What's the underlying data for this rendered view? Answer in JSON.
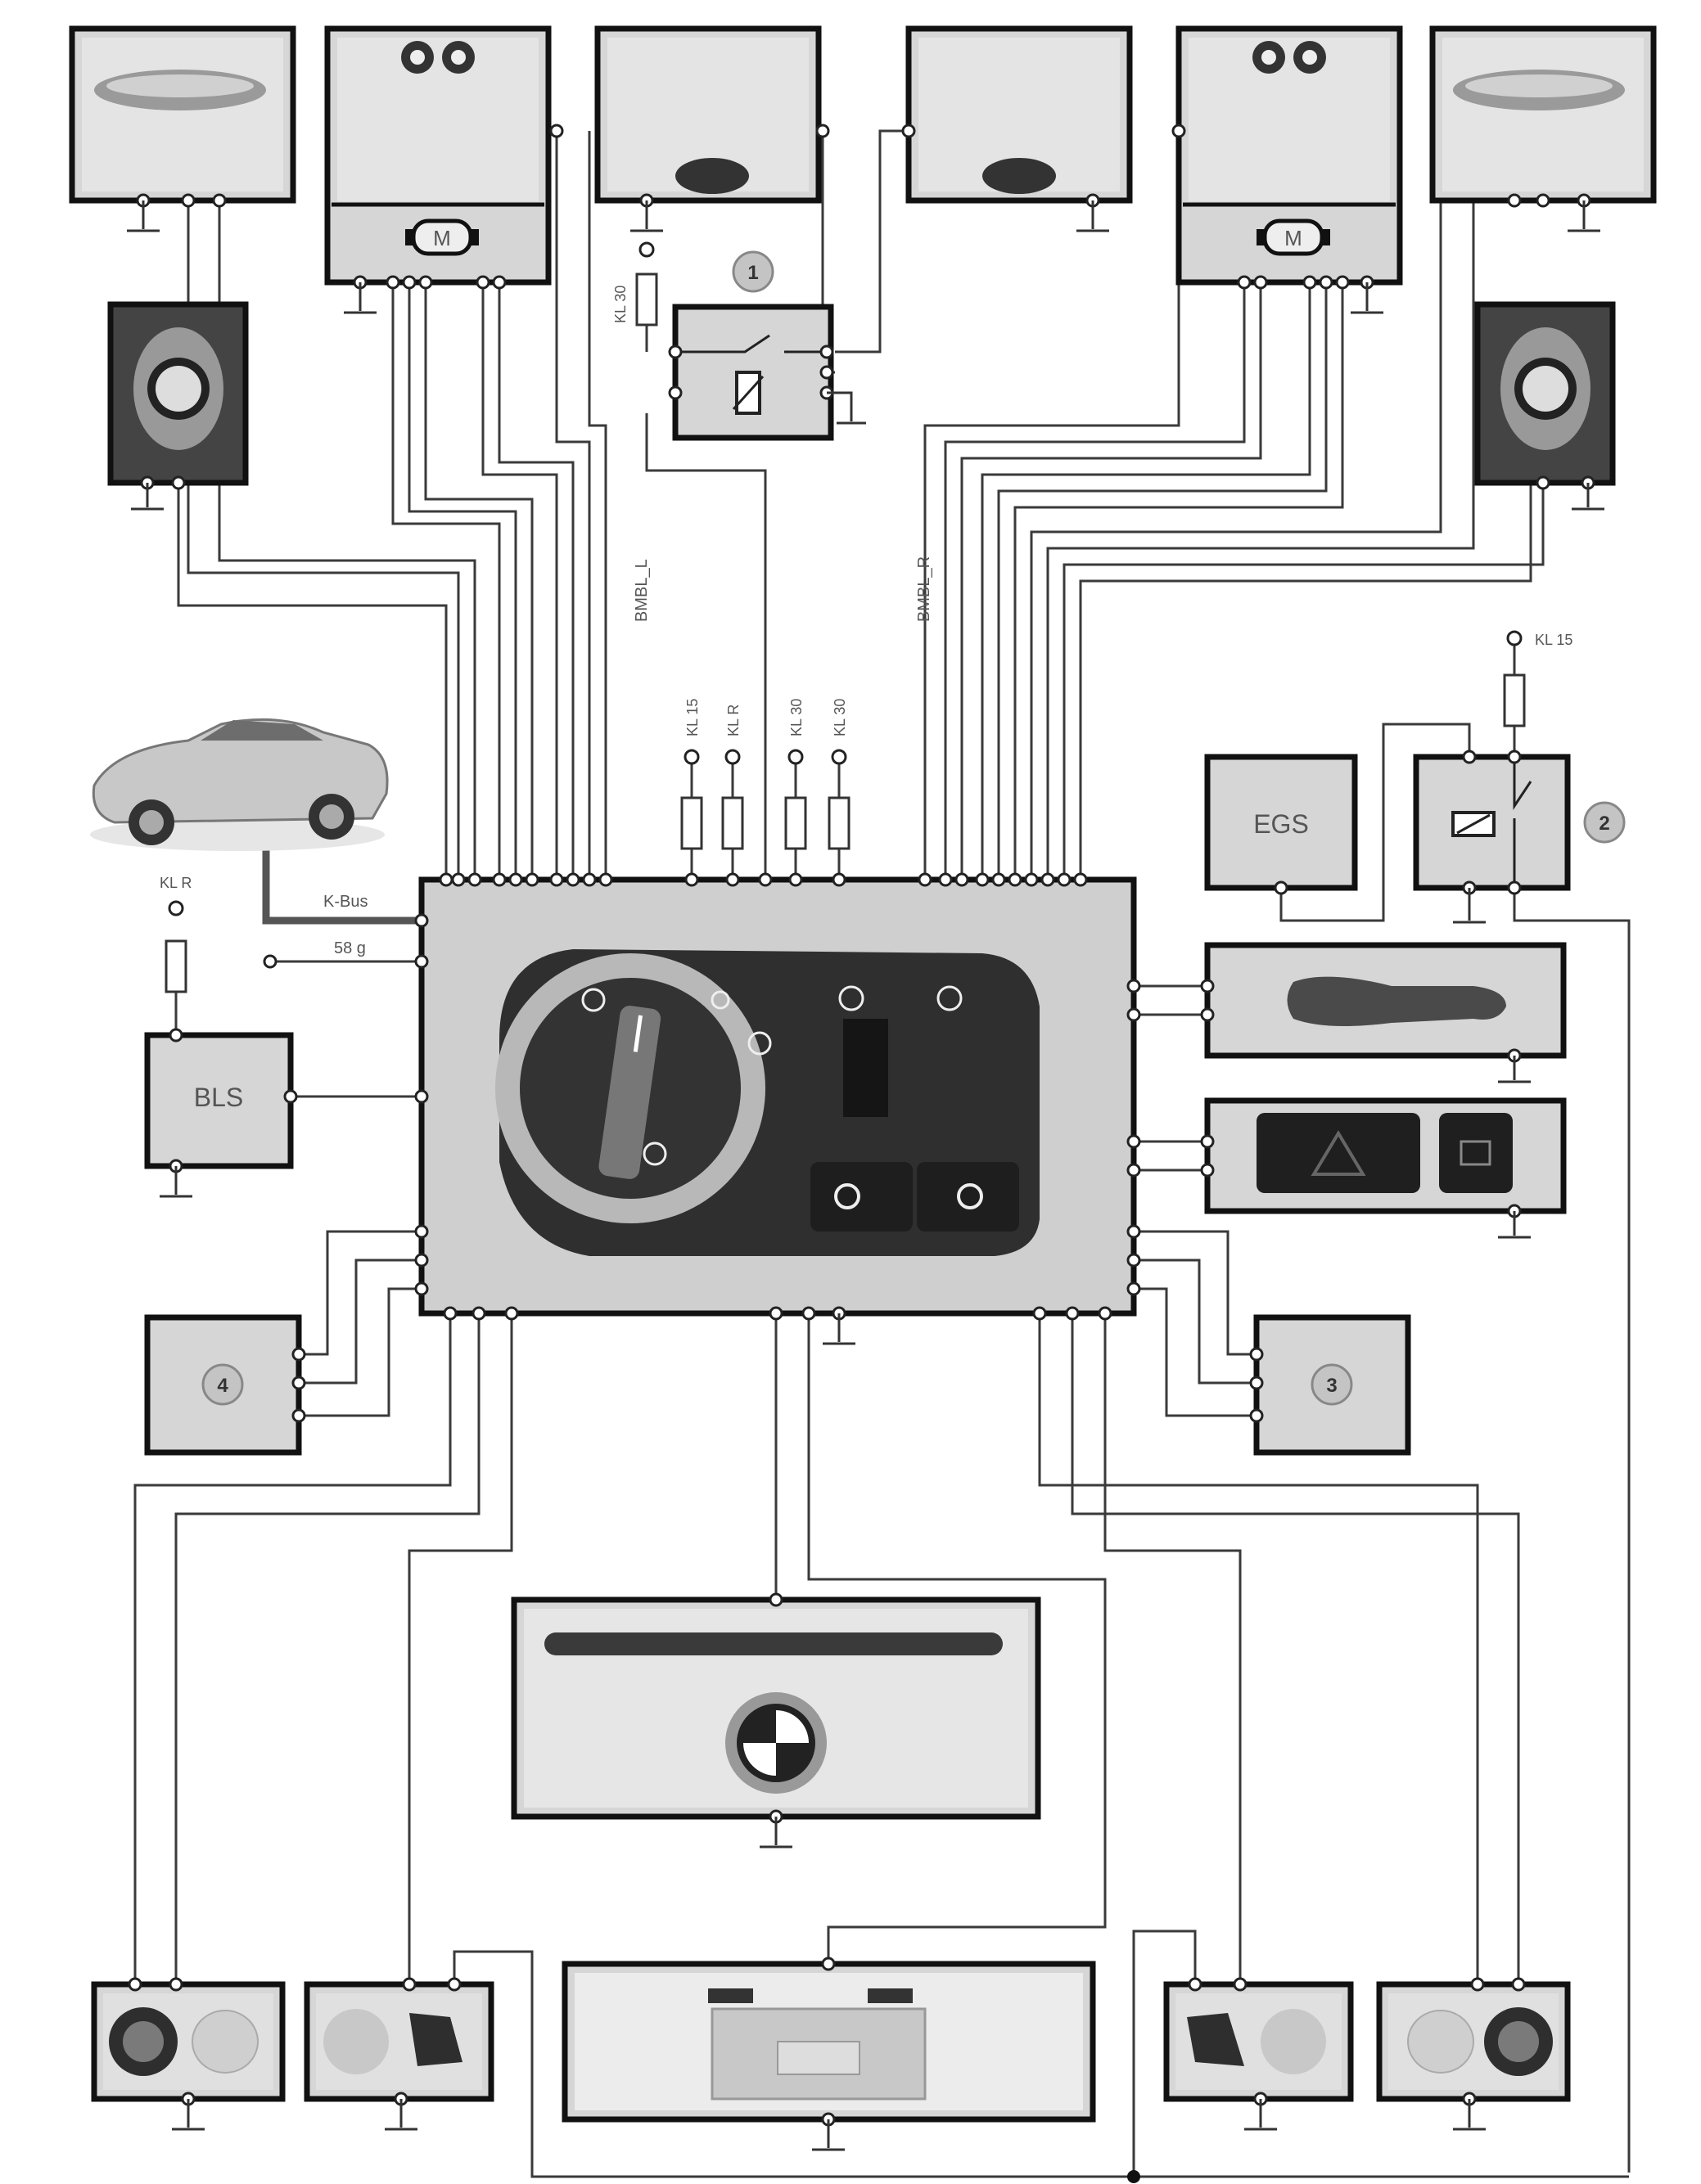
{
  "labels": {
    "bmbl_l": "BMBL_L",
    "bmbl_r": "BMBL_R",
    "kl15_a": "KL 15",
    "klr_a": "KL R",
    "kl30_a": "KL 30",
    "kl30_b": "KL 30",
    "kl30_relay": "KL 30",
    "kl15_relay": "KL 15",
    "klr_bls": "KL R",
    "kbus": "K-Bus",
    "term58g": "58 g",
    "bls": "BLS",
    "egs": "EGS",
    "motor_left": "M",
    "motor_right": "M"
  },
  "badges": {
    "relay1": "1",
    "relay2": "2",
    "module3": "3",
    "module4": "4"
  },
  "colors": {
    "box_fill": "#d6d6d6",
    "box_border": "#111111",
    "wire": "#3a3a3a",
    "badge": "#c4c4c4"
  }
}
